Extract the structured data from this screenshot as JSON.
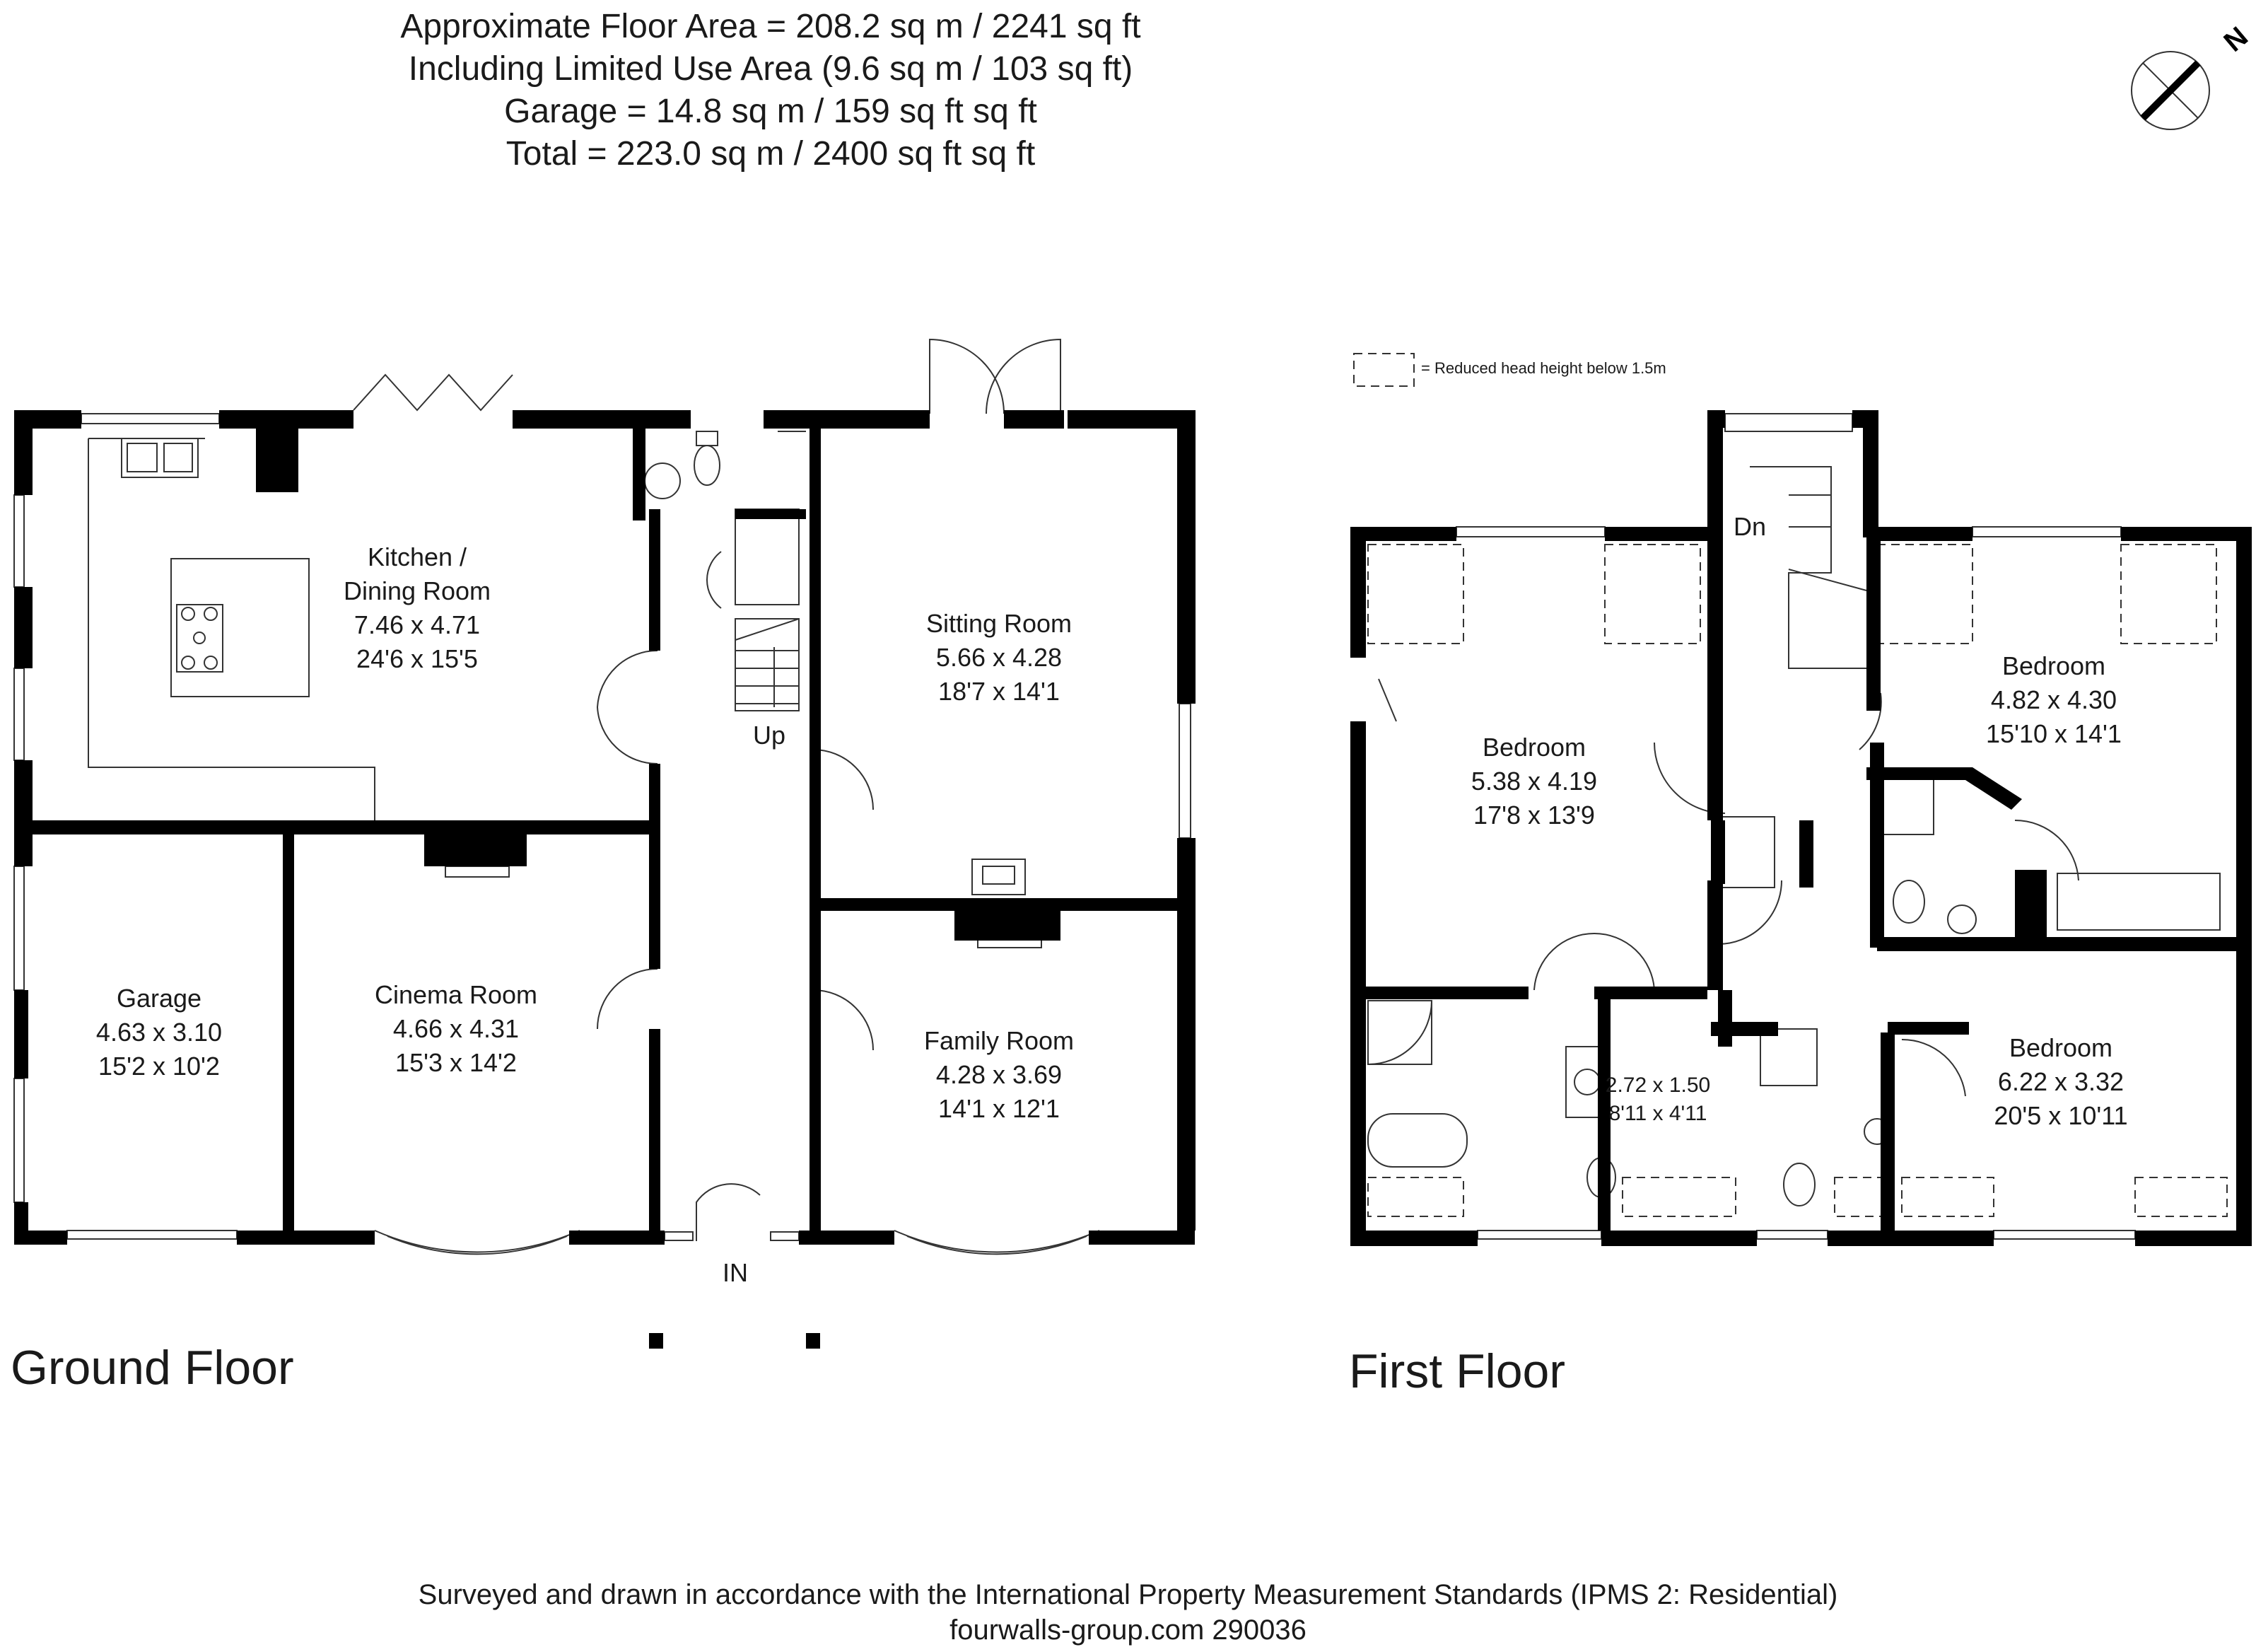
{
  "header": {
    "line1": "Approximate Floor Area = 208.2 sq m / 2241 sq ft",
    "line2": "Including Limited Use Area (9.6 sq m / 103 sq ft)",
    "line3": "Garage = 14.8 sq m / 159 sq ft sq ft",
    "line4": "Total = 223.0 sq m / 2400 sq ft sq ft"
  },
  "compass": {
    "label": "N",
    "icon": "north-compass-icon"
  },
  "legend": {
    "text": "= Reduced head height below 1.5m"
  },
  "ground_floor": {
    "title": "Ground Floor",
    "rooms": {
      "kitchen": {
        "name1": "Kitchen /",
        "name2": "Dining Room",
        "metric": "7.46 x 4.71",
        "imperial": "24'6 x 15'5"
      },
      "sitting": {
        "name": "Sitting Room",
        "metric": "5.66 x 4.28",
        "imperial": "18'7 x 14'1"
      },
      "garage": {
        "name": "Garage",
        "metric": "4.63 x 3.10",
        "imperial": "15'2 x 10'2"
      },
      "cinema": {
        "name": "Cinema Room",
        "metric": "4.66 x 4.31",
        "imperial": "15'3 x 14'2"
      },
      "family": {
        "name": "Family Room",
        "metric": "4.28 x 3.69",
        "imperial": "14'1 x 12'1"
      }
    },
    "stairs_label": "Up",
    "entrance_label": "IN"
  },
  "first_floor": {
    "title": "First Floor",
    "rooms": {
      "bedroom_left": {
        "name": "Bedroom",
        "metric": "5.38 x 4.19",
        "imperial": "17'8 x 13'9"
      },
      "bedroom_right": {
        "name": "Bedroom",
        "metric": "4.82 x 4.30",
        "imperial": "15'10 x 14'1"
      },
      "bedroom_bottom": {
        "name": "Bedroom",
        "metric": "6.22 x 3.32",
        "imperial": "20'5 x 10'11"
      },
      "small_room": {
        "metric": "2.72 x 1.50",
        "imperial": "8'11 x 4'11"
      }
    },
    "stairs_label": "Dn"
  },
  "footer": {
    "line1": "Surveyed and drawn in accordance with the International Property Measurement Standards (IPMS 2: Residential)",
    "line2": "fourwalls-group.com 290036"
  },
  "colors": {
    "wall": "#000000",
    "line": "#333333",
    "background": "#ffffff"
  }
}
